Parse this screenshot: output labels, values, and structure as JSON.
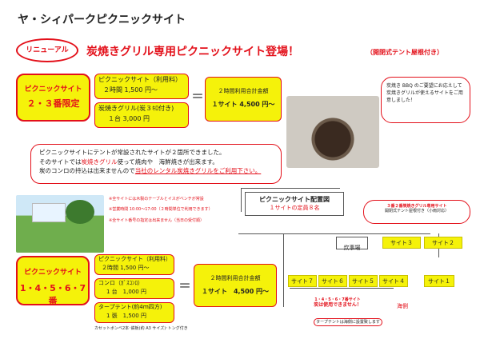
{
  "header": {
    "title": "ヤ・シィパークピクニックサイト",
    "renewal_badge": "リニューアル",
    "headline": "炭焼きグリル専用ピクニックサイト登場！",
    "headline_sub": "（開閉式テント屋根付き）"
  },
  "section1": {
    "label_line1": "ピクニックサイト",
    "label_line2": "２・３番限定",
    "fee_title": "ピクニックサイト（利用料）",
    "fee_value": "２時間 1,500 円～",
    "grill_title": "炭焼きグリル(炭３ｷﾛ付き)",
    "grill_value": "１台 3,000 円",
    "total_title": "２時間利用合計金額",
    "total_value": "１サイト 4,500 円～"
  },
  "bubble_right": {
    "text": "炭焼き BBQ のご要望にお応えして 炭焼きグリルが使えるサイトをご用意しました！"
  },
  "info": {
    "line1": "ピクニックサイトにテントが常設されたサイトが２箇所できました。",
    "line2_pre": "そのサイトでは",
    "line2_red": "炭焼きグリル",
    "line2_post": "使って焼肉や　海鮮焼きが出来ます。",
    "line3_pre": "炭のコンロの持込は出来ませんので",
    "line3_red": "当社のレンタル炭焼きグリルをご利用下さい。"
  },
  "notes": [
    "※全サイトには木製のテーブルとイスがベンチが常設",
    "※営業時間 10:00～17:00（２時間単位で利用できます）",
    "※全サイト番号の指定は出来ません（当日の受付順）"
  ],
  "layout_map": {
    "title": "ピクニックサイト配置図",
    "subtitle": "１サイトの定員８名",
    "kitchen": "炊事場",
    "sites": [
      "サイト３",
      "サイト２",
      "サイト７",
      "サイト６",
      "サイト５",
      "サイト４",
      "サイト１"
    ],
    "callout_title": "３番２番炭焼きグリル専用サイト",
    "callout_sub": "開閉式テント屋根付き（小雨対応）",
    "no_grill_title": "1・4・5・6・7番サイト",
    "no_grill_text": "炭は使用できません！",
    "tent_note": "タープテントは海側に設置致します",
    "sea_label": "海側"
  },
  "section2": {
    "label_line1": "ピクニックサイト",
    "label_line2": "1・4・5・6・7番",
    "fee_title": "ピクニックサイト（利用料）",
    "fee_value": "２時間 1,500 円～",
    "stove_title": "コンロ（ｶﾞｽｺﾝﾛ）",
    "stove_value": "1 台　1,000 円",
    "tarp_title": "タープテント(約4ｍ四方)",
    "tarp_value": "1 張　1,500 円",
    "total_title": "２時間利用合計金額",
    "total_value": "１サイト　4,500 円～",
    "equals": "＝",
    "footnote": "カセットボンベ2本･鉄板(約 A3 サイズ)･トング付き"
  },
  "colors": {
    "accent_red": "#e3101a",
    "yellow": "#f5f20a"
  }
}
